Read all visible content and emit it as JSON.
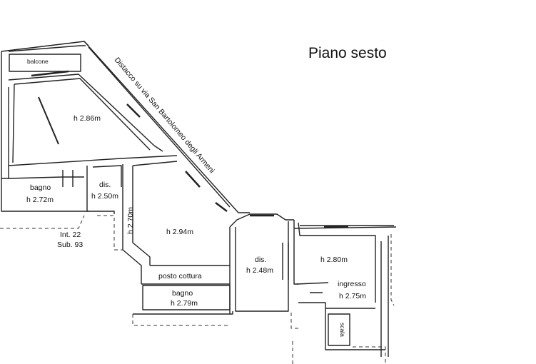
{
  "title": "Piano sesto",
  "street_note": "Distacco su via San Bartolomeo degli Armeni",
  "rooms": {
    "balcone": "balcone",
    "main_room_h": "h 2.86m",
    "bagno_left_name": "bagno",
    "bagno_left_h": "h 2.72m",
    "dis_left_name": "dis.",
    "dis_left_h": "h 2.50m",
    "corridor_h": "h 2.70m",
    "large_room_h": "h 2.94m",
    "posto_cottura": "posto cottura",
    "bagno_right_name": "bagno",
    "bagno_right_h": "h 2.79m",
    "dis_center_name": "dis.",
    "dis_center_h": "h 2.48m",
    "right_room_h": "h 2.80m",
    "ingresso_name": "ingresso",
    "ingresso_h": "h 2.75m",
    "scala": "scala"
  },
  "neighbor": {
    "interior": "Int. 22",
    "sub": "Sub. 93"
  }
}
